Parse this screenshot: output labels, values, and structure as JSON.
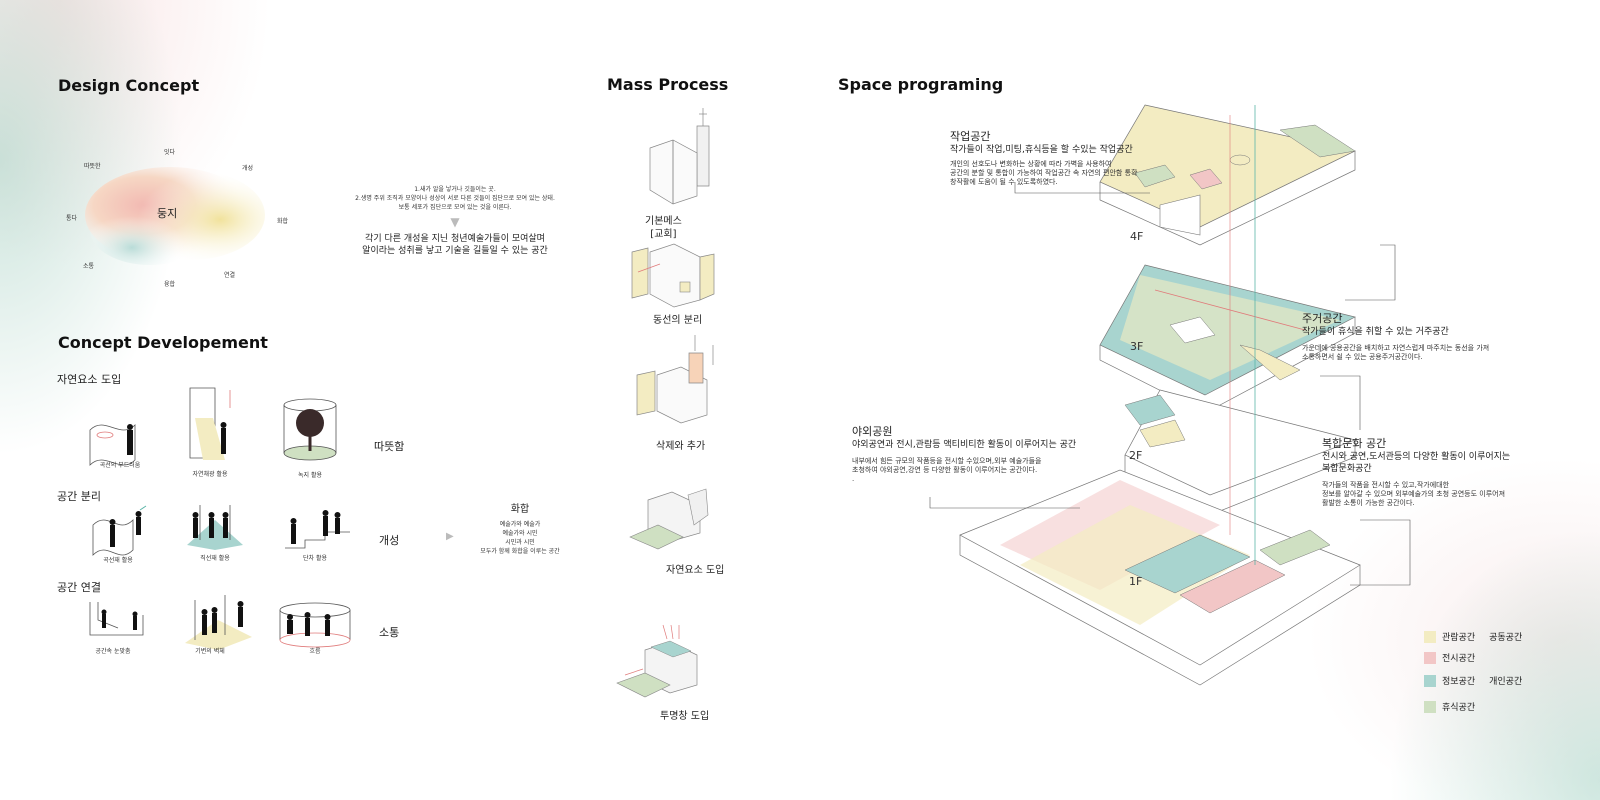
{
  "sections": {
    "design_concept": "Design Concept",
    "mass_process": "Mass Process",
    "space_programing": "Space programing",
    "concept_development": "Concept Developement"
  },
  "cloud": {
    "center": "둥지",
    "words": [
      "잇다",
      "개성",
      "따뜻한",
      "통다",
      "화합",
      "소통",
      "융합",
      "연결"
    ]
  },
  "definition": {
    "lines": [
      "1.새가 알을 낳거나 깃들이는 곳.",
      "2.생명 주위 조직과 모양이나 성상이 서로 다른 것들이 집단으로 모여 있는 상태.",
      "보통 세포가 집단으로 모여 있는 것을 이른다."
    ],
    "arrow": "▼",
    "summary": [
      "각기 다른 개성을 지닌 청년예술가들이 모여살며",
      "알이라는 성취를 낳고 기술을 길들일 수 있는 공간"
    ]
  },
  "concept_dev": {
    "row1": {
      "title": "자연요소 도입",
      "result": "따뜻함",
      "items": [
        "곡선의 부드러움",
        "자연채광 활용",
        "녹지 활용"
      ]
    },
    "row2": {
      "title": "공간 분리",
      "result": "개성",
      "items": [
        "곡선재 활용",
        "직선재 활용",
        "단차 활용"
      ]
    },
    "row3": {
      "title": "공간 연결",
      "result": "소통",
      "items": [
        "공간속 눈맞춤",
        "기변의 벽체",
        "흐름"
      ]
    },
    "merge": {
      "title": "화합",
      "lines": [
        "예술가와 예술가",
        "예술가와 시민",
        "시민과 시민",
        "모두가 함께 화합을 이루는 공간"
      ]
    }
  },
  "mass": {
    "captions": [
      "기본메스\n[교회]",
      "동선의 분리",
      "삭제와 추가",
      "자연요소 도입",
      "투명창 도입"
    ]
  },
  "space": {
    "floors": [
      "4F",
      "3F",
      "2F",
      "1F"
    ],
    "work": {
      "title": "작업공간",
      "subtitle": "작가들이 작업,미팅,휴식등을 할 수있는 작업공간",
      "desc": [
        "개인의 선호도나 변화하는 상황에 따라 가벽을 사용하여",
        "공간의 분할 및 통합이 가능하여 작업공간 속 자연의 편안함 통확",
        "창작활에 도움이 될 수 있도록하였다."
      ]
    },
    "living": {
      "title": "주거공간",
      "subtitle": "작가들이 휴식을 취할 수 있는 거주공간",
      "desc": [
        "가운데에 공용공간을 배치하고 자연스럽게 마주치는 동선을 가져",
        "소통하면서 쉴 수 있는 공용주거공간이다."
      ]
    },
    "outdoor": {
      "title": "야외공원",
      "subtitle": "야외공연과 전시,관람등 액티비티한 활동이 이루어지는 공간",
      "desc": [
        "내부에서 힘든 규모의 작품등을 전시할 수있으며,외부 예술가들을",
        "초청하여 야외공연,강연 등 다양한 활동이 이루어지는 공간이다.",
        "."
      ]
    },
    "complex": {
      "title": "복합문화 공간",
      "subtitle": [
        "전시와 공연,도서관등의 다양한 활동이 이루어지는",
        "복합문화공간"
      ],
      "desc": [
        "작가들의 작품을 전시할 수 있고,작가에대한",
        "정보를 알아갈 수 있으며 외부예술가의 초청 공연등도 이루어져",
        "활발한 소통이 가능한 공간이다."
      ]
    }
  },
  "legend": [
    {
      "color": "#f3ecc2",
      "label": "관람공간",
      "extra": "공동공간"
    },
    {
      "color": "#f2c6c6",
      "label": "전시공간",
      "extra": ""
    },
    {
      "color": "#a8d4cf",
      "label": "정보공간",
      "extra": "개인공간"
    },
    {
      "color": "#cfe0c2",
      "label": "휴식공간",
      "extra": ""
    }
  ]
}
